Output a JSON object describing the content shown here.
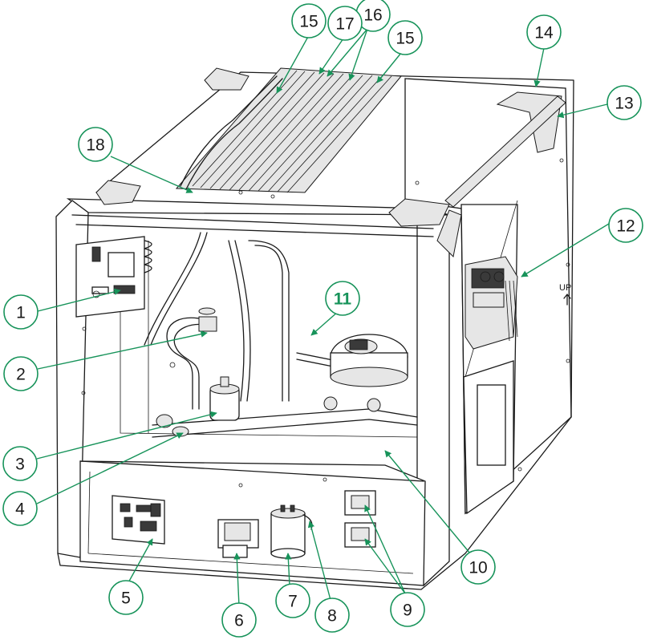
{
  "diagram": {
    "side_label": "UP",
    "callouts": [
      "1",
      "2",
      "3",
      "4",
      "5",
      "6",
      "7",
      "8",
      "9",
      "10",
      "11",
      "12",
      "13",
      "14",
      "15",
      "15",
      "16",
      "17",
      "18"
    ]
  },
  "colors": {
    "callout_ring": "#17935a",
    "callout_text": "#1a1a1a",
    "callout_accent_text": "#17935a",
    "line_art": "#1a1a1a"
  }
}
